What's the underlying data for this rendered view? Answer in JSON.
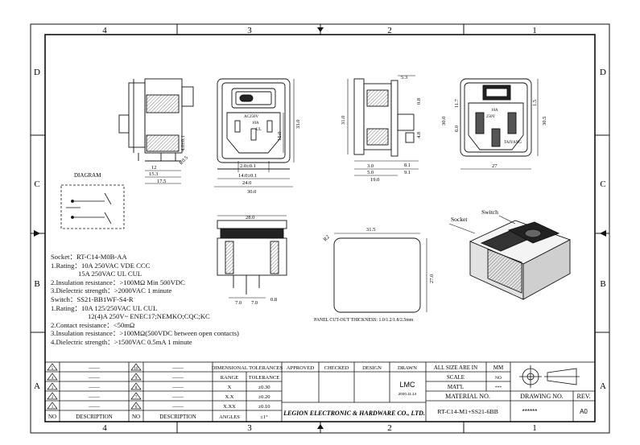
{
  "frame": {
    "col_labels": [
      "4",
      "3",
      "2",
      "1"
    ],
    "row_labels": [
      "D",
      "C",
      "B",
      "A"
    ]
  },
  "diagram_title": "DIAGRAM",
  "views": {
    "side_dims": [
      "12",
      "15.3",
      "17.5",
      "4.0±0.1",
      "R0.5",
      "+0.1",
      "-0.1"
    ],
    "front_dims": [
      "2.0±0.1",
      "14.0±0.1",
      "24.0",
      "30.0",
      "16.0",
      "33.0",
      "+0.3",
      "0"
    ],
    "front_marks": [
      "AC250V",
      "10A",
      "UL"
    ],
    "profile_dims": [
      "5.3",
      "0.8",
      "3.0",
      "5.0",
      "19.0",
      "31.0",
      "8.1",
      "9.1",
      "4.8"
    ],
    "rear_dims": [
      "11.7",
      "6.0",
      "30.0",
      "30.5",
      "1.5",
      "27"
    ],
    "rear_marks": [
      "10A",
      "250V",
      "TAIYANG"
    ],
    "bottom_dims": [
      "28.0",
      "7.0",
      "7.0",
      "0.8"
    ],
    "cutout_dims": [
      "31.5",
      "27.0",
      "R2",
      "+0.2",
      "0"
    ],
    "panel_note": "PANEL CUT-OUT  THICKNESS: 1.0/1.2/1.8/2.5mm",
    "iso_labels": {
      "socket": "Socket",
      "switch": "Switch"
    }
  },
  "specs": [
    "Socket：RT-C14-M0B-AA",
    "1.Rating：10A 250VAC   VDE  CCC",
    "15A 250VAC    UL CUL",
    "2.Insulation resistance：>100MΩ Min 500VDC",
    "3.Dielectric strength：>2000VAC 1 minute",
    "Switch：SS21-BB1WF-S4-R",
    "1.Rating：10A 125/250VAC  UL CUL",
    "12(4)A 250V~ ENEC17;NEMKO;CQC;KC",
    "2.Contact resistance：<50mΩ",
    "3.Insulation resistance：>100MΩ(500VDC between open contacts)",
    "4.Dielectric strength：>1500VAC 0.5mA 1 minute"
  ],
  "title_block": {
    "revision_numbers_left": [
      "5",
      "4",
      "3",
      "2",
      "1"
    ],
    "revision_numbers_right": [
      "10",
      "9",
      "8",
      "7",
      "6"
    ],
    "dash": "——",
    "no_label": "NO",
    "description_label": "DESCRIPTION",
    "dimensional_tolerances": "DIMENSIONAL TOLERANCES",
    "range": "RANGE",
    "tolerance": "TOLERANCE",
    "tolerance_rows": [
      {
        "range": "X",
        "tol": "±0.30"
      },
      {
        "range": "X.X",
        "tol": "±0.20"
      },
      {
        "range": "X.XX",
        "tol": "±0.10"
      },
      {
        "range": "ANGLES",
        "tol": "±1°"
      }
    ],
    "approved": "APPROVED",
    "checked": "CHECKED",
    "design": "DESIGN",
    "drawn": "DRAWN",
    "drawn_by": "LMC",
    "drawn_date": "2020.11.14",
    "company": "LEGION ELECTRONIC & HARDWARE CO., LTD.",
    "all_size": "ALL SIZE ARE IN",
    "mm": "MM",
    "scale": "SCALE",
    "scale_val": "NO",
    "matl": "MAT'L",
    "matl_val": "***",
    "material_no": "MATERIAL NO.",
    "material_val": "RT-C14-M1+SS21-6BB",
    "drawing_no": "DRAWING NO.",
    "drawing_val": "******",
    "rev": "REV.",
    "rev_val": "A0"
  }
}
